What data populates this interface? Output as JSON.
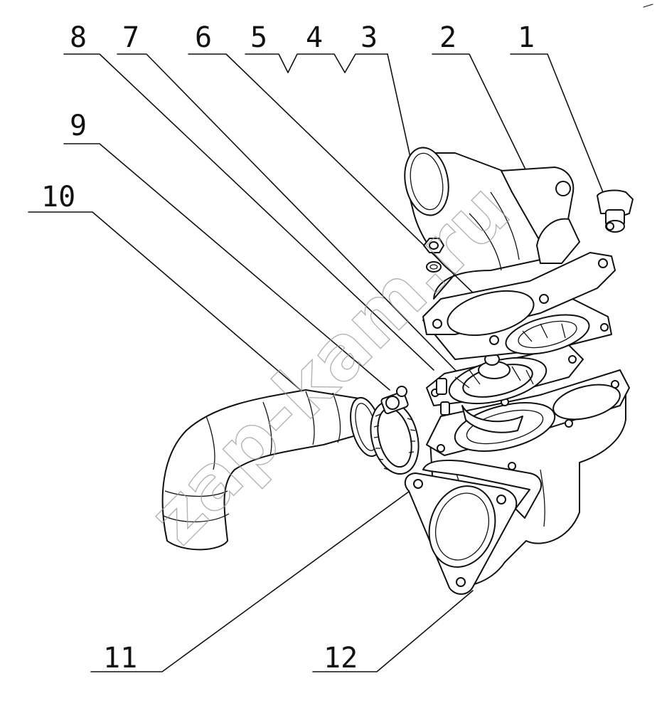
{
  "diagram": {
    "callouts": [
      {
        "id": "1",
        "label": "1"
      },
      {
        "id": "2",
        "label": "2"
      },
      {
        "id": "3",
        "label": "3"
      },
      {
        "id": "4",
        "label": "4"
      },
      {
        "id": "5",
        "label": "5"
      },
      {
        "id": "6",
        "label": "6"
      },
      {
        "id": "7",
        "label": "7"
      },
      {
        "id": "8",
        "label": "8"
      },
      {
        "id": "9",
        "label": "9"
      },
      {
        "id": "10",
        "label": "10"
      },
      {
        "id": "11",
        "label": "11"
      },
      {
        "id": "12",
        "label": "12"
      }
    ],
    "watermark": "zap-kam.ru"
  }
}
